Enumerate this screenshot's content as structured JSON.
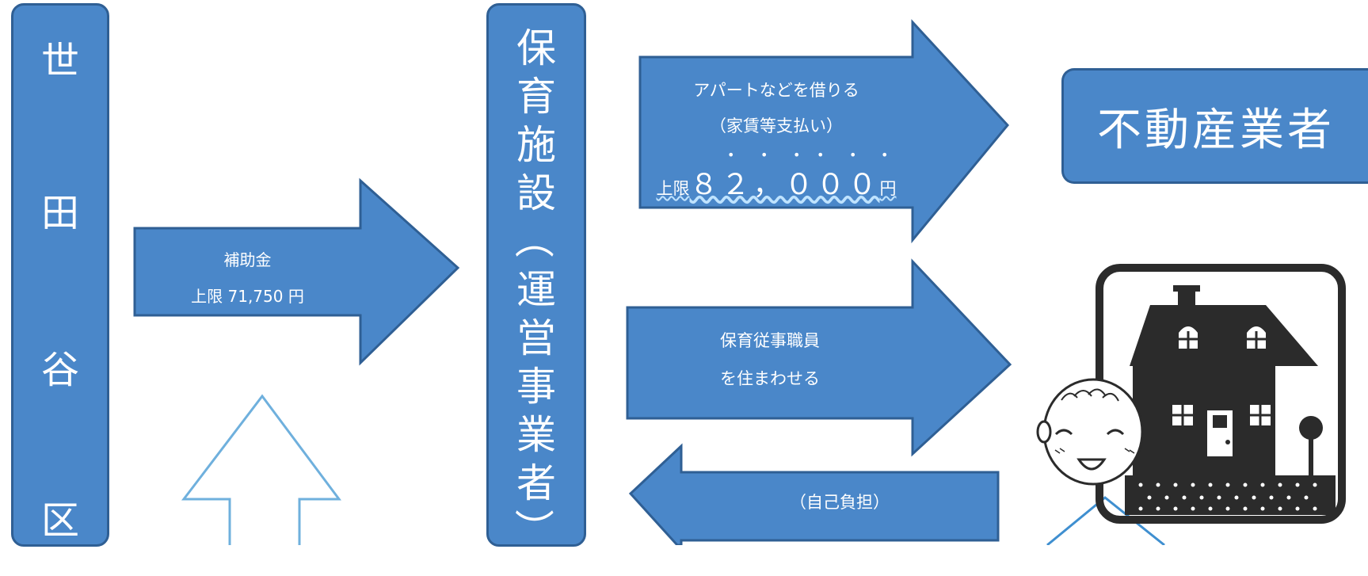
{
  "setagaya": {
    "chars": [
      "世",
      "田",
      "谷",
      "区"
    ]
  },
  "facility": {
    "chars": [
      "保",
      "育",
      "施",
      "設",
      "（",
      "運",
      "営",
      "事",
      "業",
      "者",
      "）"
    ]
  },
  "subsidy_arrow": {
    "line1": "補助金",
    "line2": "上限 71,750 円"
  },
  "rent_arrow": {
    "line1": "アパートなどを借りる",
    "line2": "（家賃等支払い）",
    "line3_prefix": "上限",
    "line3_amount": "８２，０００",
    "line3_suffix": "円"
  },
  "staff_arrow": {
    "line1": "保育従事職員",
    "line2": "を住まわせる"
  },
  "self_pay_arrow": {
    "line1": "（自己負担）"
  },
  "realtor": {
    "label": "不動産業者"
  },
  "icons": [
    "house-icon",
    "baby-face-icon"
  ],
  "colors": {
    "fill": "#4a87c9",
    "border": "#2f5f94",
    "outline_arrow": "#6fb0dd",
    "house": "#2b2b2b"
  }
}
